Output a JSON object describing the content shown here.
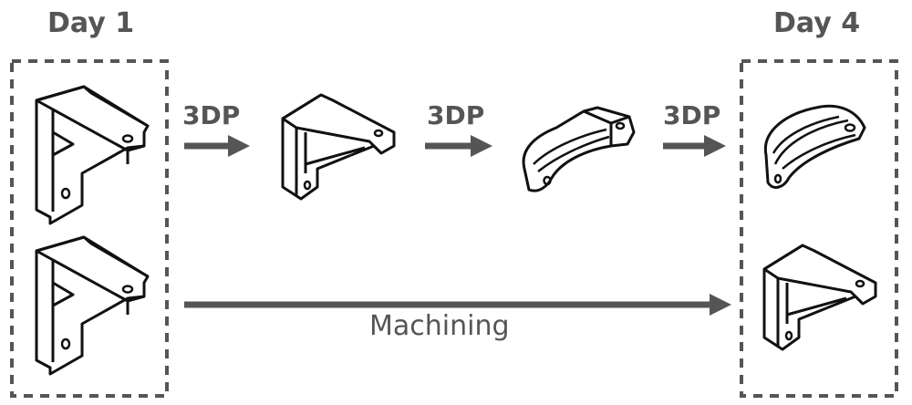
{
  "columns": {
    "start_label": "Day 1",
    "end_label": "Day 4"
  },
  "processes": {
    "step_1": "3DP",
    "step_2": "3DP",
    "step_3": "3DP",
    "machining": "Machining"
  },
  "colors": {
    "line": "#111111",
    "arrow": "#555555",
    "text": "#555555",
    "box": "#555555"
  }
}
